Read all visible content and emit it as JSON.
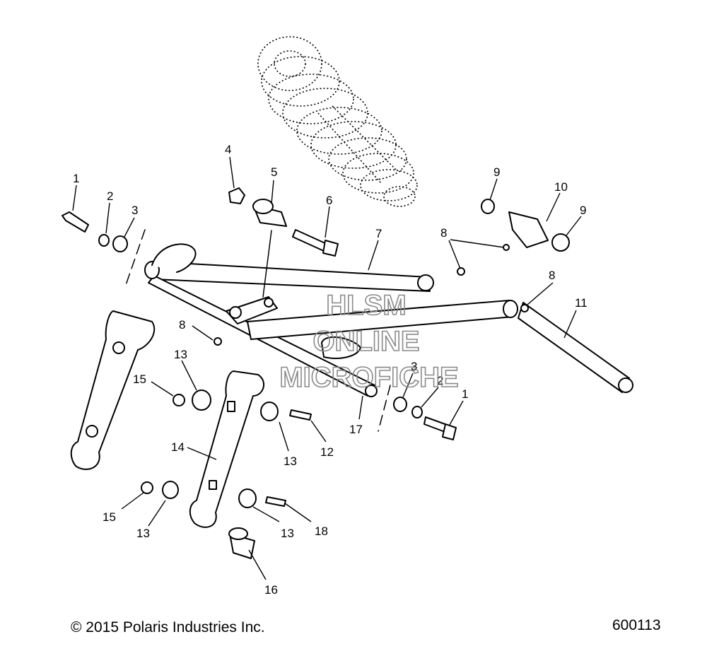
{
  "callouts": [
    "1",
    "2",
    "3",
    "4",
    "5",
    "6",
    "7",
    "8",
    "8",
    "9",
    "10",
    "9",
    "11",
    "8",
    "13",
    "15",
    "3",
    "2",
    "1",
    "14",
    "13",
    "12",
    "17",
    "15",
    "13",
    "13",
    "18",
    "16"
  ],
  "watermark": [
    "HLSM",
    "ONLINE",
    "MICROFICHE"
  ],
  "footer": {
    "copyright": "© 2015 Polaris Industries Inc.",
    "figure_number": "600113"
  }
}
